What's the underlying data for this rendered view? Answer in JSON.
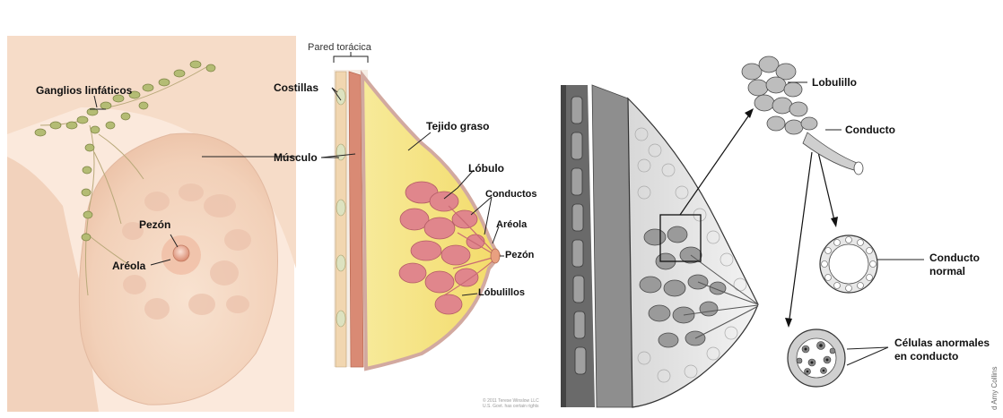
{
  "left_panel": {
    "labels": {
      "ganglios": "Ganglios linfáticos",
      "pezon": "Pezón",
      "areola": "Aréola"
    }
  },
  "middle_panel": {
    "labels": {
      "pared": "Pared torácica",
      "costillas": "Costillas",
      "musculo": "Músculo",
      "tejido": "Tejido graso",
      "lobulo": "Lóbulo",
      "conductos": "Conductos",
      "areola": "Aréola",
      "pezon": "Pezón",
      "lobulillos": "Lóbulillos"
    },
    "credit_line1": "© 2011 Terese Winslow LLC",
    "credit_line2": "U.S. Govt. has certain rights"
  },
  "right_panel": {
    "labels": {
      "lobulillo": "Lobulillo",
      "conducto": "Conducto",
      "conducto_normal_1": "Conducto",
      "conducto_normal_2": "normal",
      "celulas_1": "Células anormales",
      "celulas_2": "en conducto"
    },
    "credit": "d Amy Collins"
  },
  "colors": {
    "skin": "#f4d7c1",
    "fat": "#f5e27a",
    "muscle": "#d98a74",
    "lobules": "#e0868c",
    "node": "#b4bc74",
    "gray_dark": "#555555",
    "gray_light": "#c8c8c8"
  }
}
